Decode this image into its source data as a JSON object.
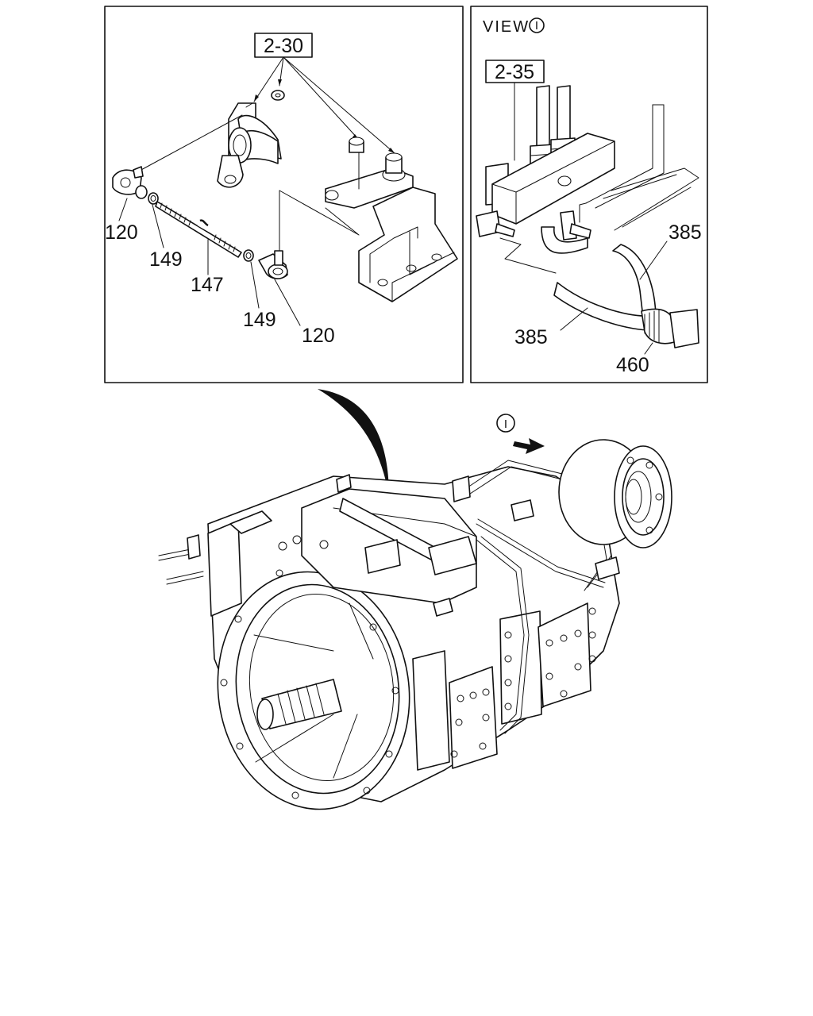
{
  "view": {
    "label": "VIEW",
    "marker": "I"
  },
  "reference_boxes": {
    "left": "2-30",
    "right": "2-35"
  },
  "part_labels": {
    "a": "120",
    "b": "149",
    "c": "147",
    "d": "149",
    "e": "120",
    "f": "385",
    "g": "385",
    "h": "460"
  },
  "main_view_marker": "I"
}
